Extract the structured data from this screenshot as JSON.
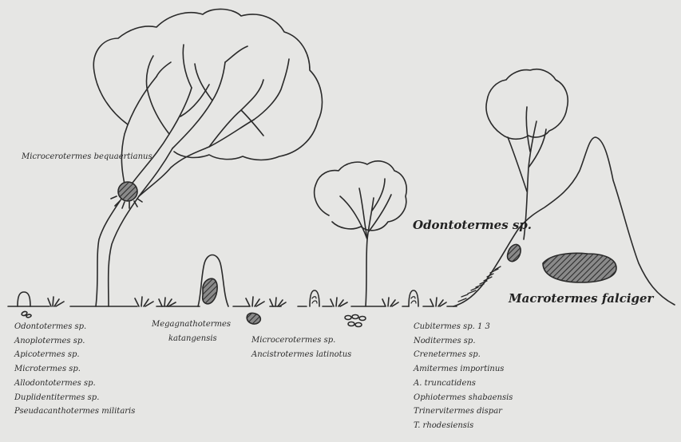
{
  "labels": {
    "microcerotermes_tree": "Microcerotermes bequaertianus",
    "odontotermes_mound": "Odontotermes sp.",
    "macrotermes": "Macrotermes falciger",
    "megagnathotermes_line1": "Megagnathotermes",
    "megagnathotermes_line2": "katangensis"
  },
  "groups": {
    "left": [
      "Odontotermes sp.",
      "Anoplotermes sp.",
      "Apicotermes sp.",
      "Microtermes sp.",
      "Allodontotermes sp.",
      "Duplidentitermes sp.",
      "Pseudacanthotermes militaris"
    ],
    "middle": [
      "Microcerotermes sp.",
      "Ancistrotermes latinotus"
    ],
    "right": [
      "Cubitermes sp. 1 3",
      "Noditermes sp.",
      "Crenetermes sp.",
      "Amitermes importinus",
      "A. truncatidens",
      "Ophiotermes shabaensis",
      "Trinervitermes dispar",
      "T. rhodesiensis"
    ]
  },
  "colors": {
    "background": "#e6e6e4",
    "ink": "#2a2a2a",
    "nest_fill": "#6a6a6a"
  }
}
